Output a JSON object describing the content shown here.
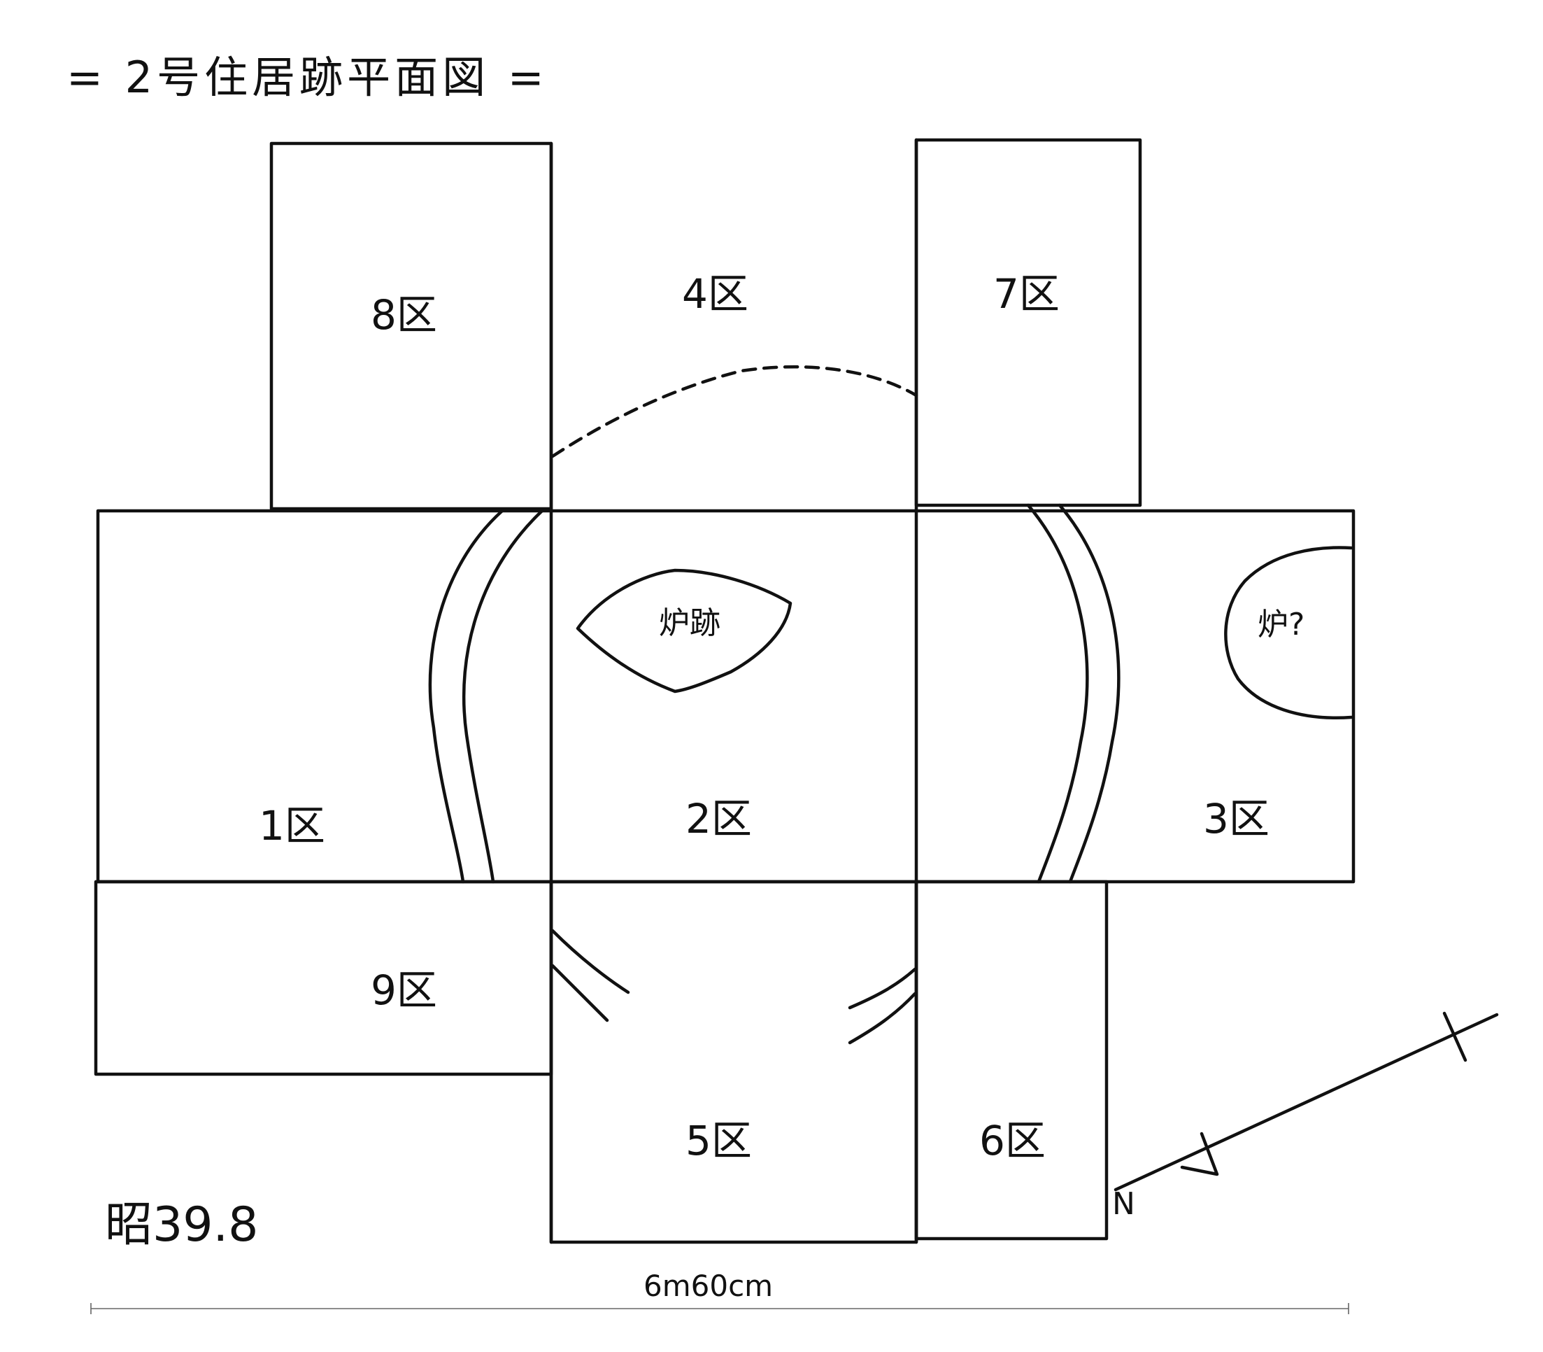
{
  "title": "= 2号住居跡平面図 =",
  "sections": {
    "s1": "1区",
    "s2": "2区",
    "s3": "3区",
    "s4": "4区",
    "s5": "5区",
    "s6": "6区",
    "s7": "7区",
    "s8": "8区",
    "s9": "9区"
  },
  "hearth_label": "炉跡",
  "possible_hearth_label": "炉?",
  "date": "昭39.8",
  "scale_label": "6m60cm",
  "north_label": "N"
}
